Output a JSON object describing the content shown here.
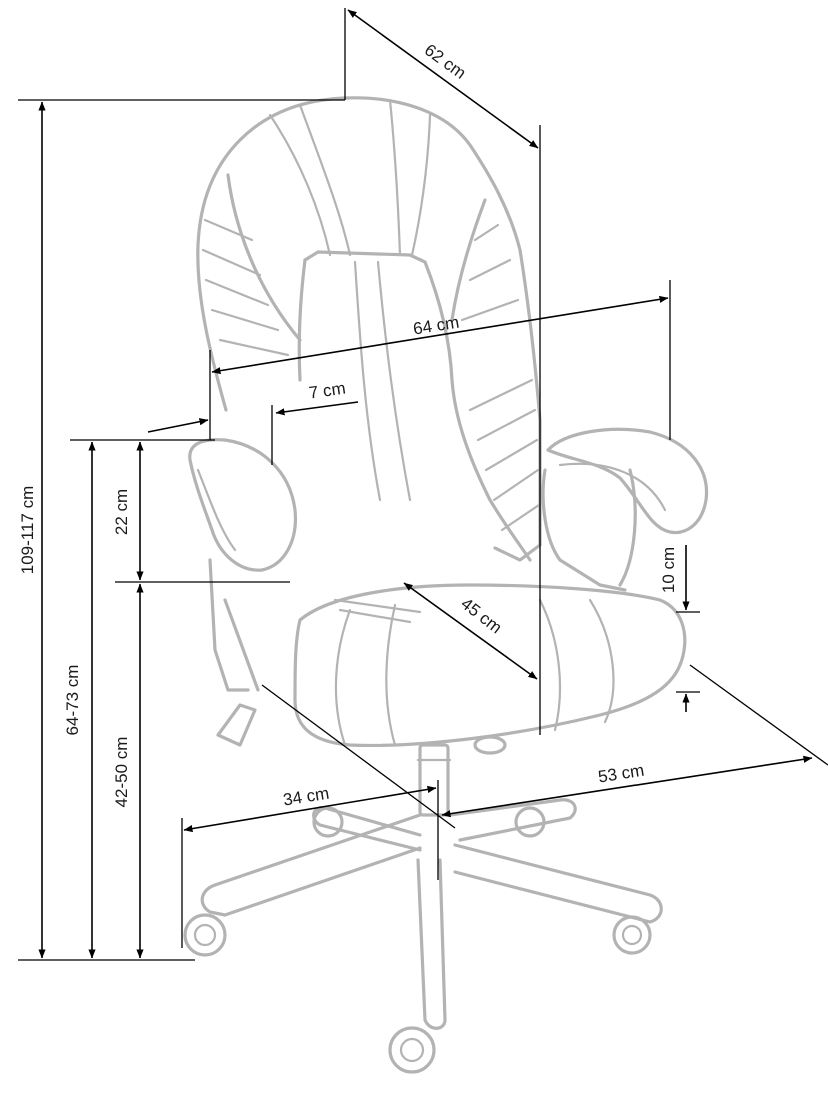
{
  "dimensions": {
    "total_height": "109-117 cm",
    "seat_width": "62 cm",
    "back_width": "64 cm",
    "armrest_width": "7 cm",
    "armrest_to_seat": "22 cm",
    "armrest_height": "64-73 cm",
    "seat_height": "42-50 cm",
    "seat_depth": "45 cm",
    "armrest_thickness": "10 cm",
    "base_radius": "34 cm",
    "overall_depth": "53 cm"
  },
  "colors": {
    "outline": "#b3b3b3",
    "dimension": "#000000"
  }
}
